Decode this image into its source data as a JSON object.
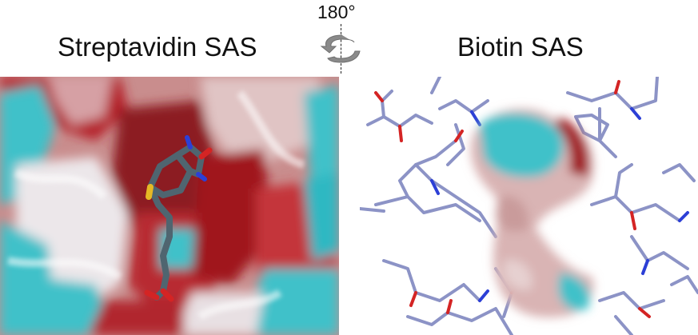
{
  "figure": {
    "left_title": "Streptavidin SAS",
    "right_title": "Biotin SAS",
    "rotation_label": "180°"
  },
  "colors": {
    "hydrophobic": "#3fc1c9",
    "polar_negative": "#b3161c",
    "neutral": "#e9dede",
    "ligand_carbon": "#4f6570",
    "protein_carbon": "#8c93c6",
    "oxygen": "#d42424",
    "nitrogen": "#2c3fd6",
    "sulfur": "#e6b825"
  }
}
